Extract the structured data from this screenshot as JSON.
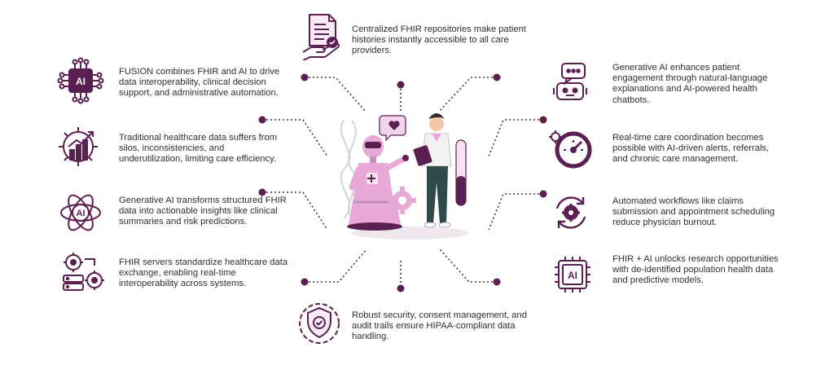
{
  "colors": {
    "accent": "#5b1f52",
    "text": "#2f2f2f",
    "pink": "#e8a9d6",
    "pink_light": "#f4d3ec",
    "teal": "#2e4a4a"
  },
  "icons": {
    "top": "document-hand-icon",
    "left_1": "ai-chip-icon",
    "left_2": "gear-growth-chart-icon",
    "left_3": "ai-atom-icon",
    "left_4": "server-gears-icon",
    "right_1": "chatbot-icon",
    "right_2": "speedometer-icon",
    "right_3": "gear-cycle-icon",
    "right_4": "ai-processor-icon",
    "bottom": "shield-check-gear-icon",
    "center": "robot-doctor-illustration"
  },
  "points": {
    "top": "Centralized FHIR repositories make patient histories instantly accessible to all care providers.",
    "left": [
      "FUSION combines FHIR and AI to drive data interoperability, clinical decision support, and administrative automation.",
      "Traditional healthcare data suffers from silos, inconsistencies, and underutilization, limiting care efficiency.",
      "Generative AI transforms structured FHIR data into actionable insights like clinical summaries and risk predictions.",
      "FHIR servers standardize healthcare data exchange, enabling real-time interoperability across systems."
    ],
    "right": [
      "Generative AI enhances patient engagement through natural-language explanations and AI-powered health chatbots.",
      "Real-time care coordination becomes possible with AI-driven alerts, referrals, and chronic care management.",
      "Automated workflows like claims submission and appointment scheduling reduce physician burnout.",
      "FHIR + AI unlocks research opportunities with de-identified population health data and predictive models."
    ],
    "bottom": "Robust security, consent management, and audit trails ensure HIPAA-compliant data handling."
  }
}
